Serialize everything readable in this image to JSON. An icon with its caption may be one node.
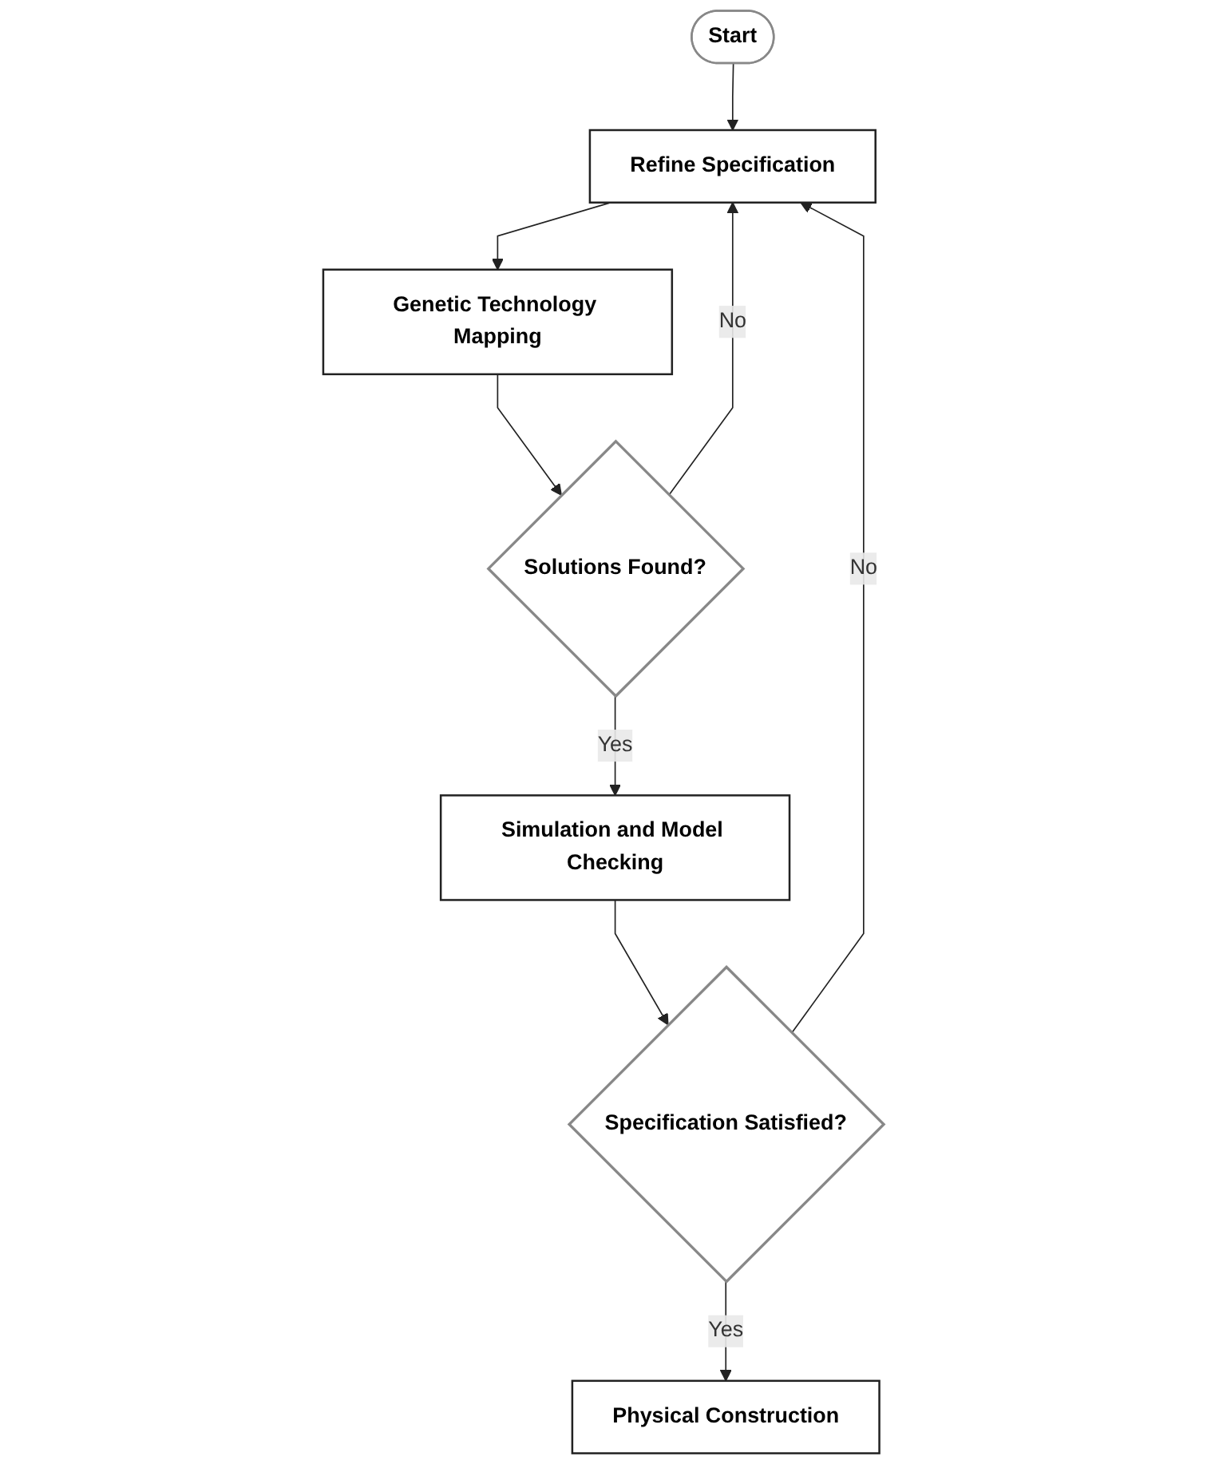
{
  "diagram": {
    "nodes": [
      {
        "text": [
          "Start"
        ]
      },
      {
        "text": [
          "Refine Specification"
        ]
      },
      {
        "text": [
          "Genetic Technology Mapping"
        ]
      },
      {
        "text": [
          "Solutions Found?"
        ]
      },
      {
        "text": [
          "Simulation and Model Checking"
        ]
      },
      {
        "text": [
          "Specification Satisfied?"
        ]
      },
      {
        "text": [
          "Physical Construction"
        ]
      }
    ],
    "edges": [
      {
        "from": 0,
        "to": 1,
        "arrow": "to"
      },
      {
        "from": 1,
        "to": 2,
        "arrow": "to"
      },
      {
        "from": 2,
        "to": 3,
        "arrow": "to"
      },
      {
        "from": 3,
        "to": 1,
        "arrow": "to",
        "label": "No"
      },
      {
        "from": 3,
        "to": 4,
        "arrow": "to",
        "label": "Yes"
      },
      {
        "from": 4,
        "to": 5,
        "arrow": "to"
      },
      {
        "from": 5,
        "to": 1,
        "arrow": "to",
        "label": "No"
      },
      {
        "from": 5,
        "to": 6,
        "arrow": "to",
        "label": "Yes"
      }
    ]
  }
}
